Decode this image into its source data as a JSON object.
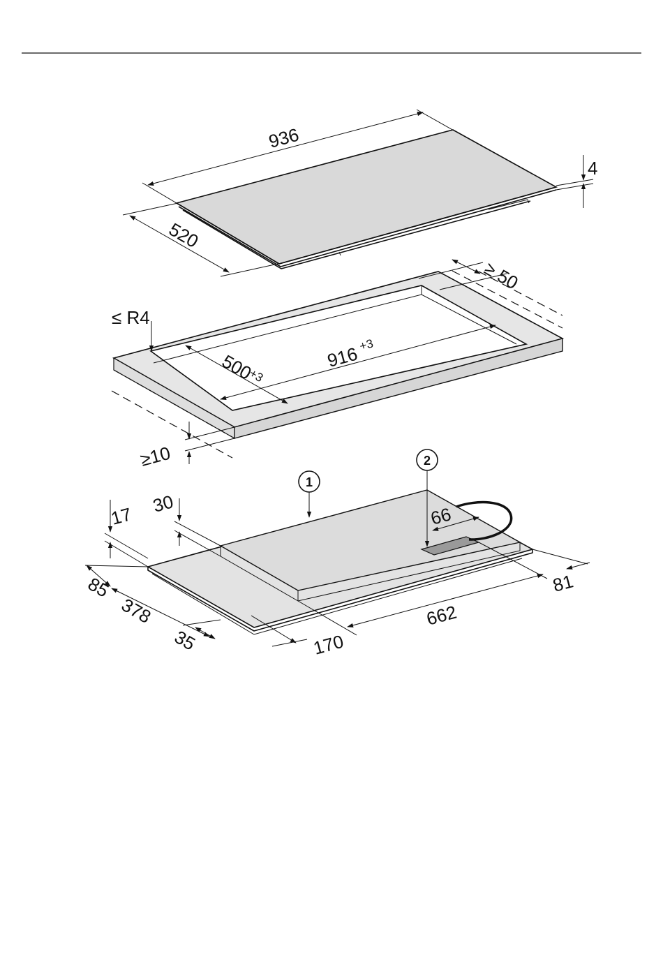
{
  "colors": {
    "line": "#111111",
    "surface_light": "#e3e3e3",
    "surface_glass": "#d9d9d9",
    "surface_frame": "#e6e6e6",
    "surface_box": "#dcdcdc",
    "connector": "#9a9a9a"
  },
  "hob_top": {
    "width_label": "936",
    "depth_label": "520",
    "thickness_label": "4"
  },
  "cutout": {
    "radius_label": "≤ R4",
    "rear_clearance_label": "≥ 50",
    "depth_label": "500",
    "depth_tolerance": "+3",
    "width_label": "916",
    "width_tolerance": "+3",
    "front_clearance_label": "≥10"
  },
  "underside": {
    "callout_1": "1",
    "callout_2": "2",
    "dim_17": "17",
    "dim_30": "30",
    "dim_66": "66",
    "dim_85": "85",
    "dim_378": "378",
    "dim_35": "35",
    "dim_170": "170",
    "dim_662": "662",
    "dim_81": "81"
  }
}
